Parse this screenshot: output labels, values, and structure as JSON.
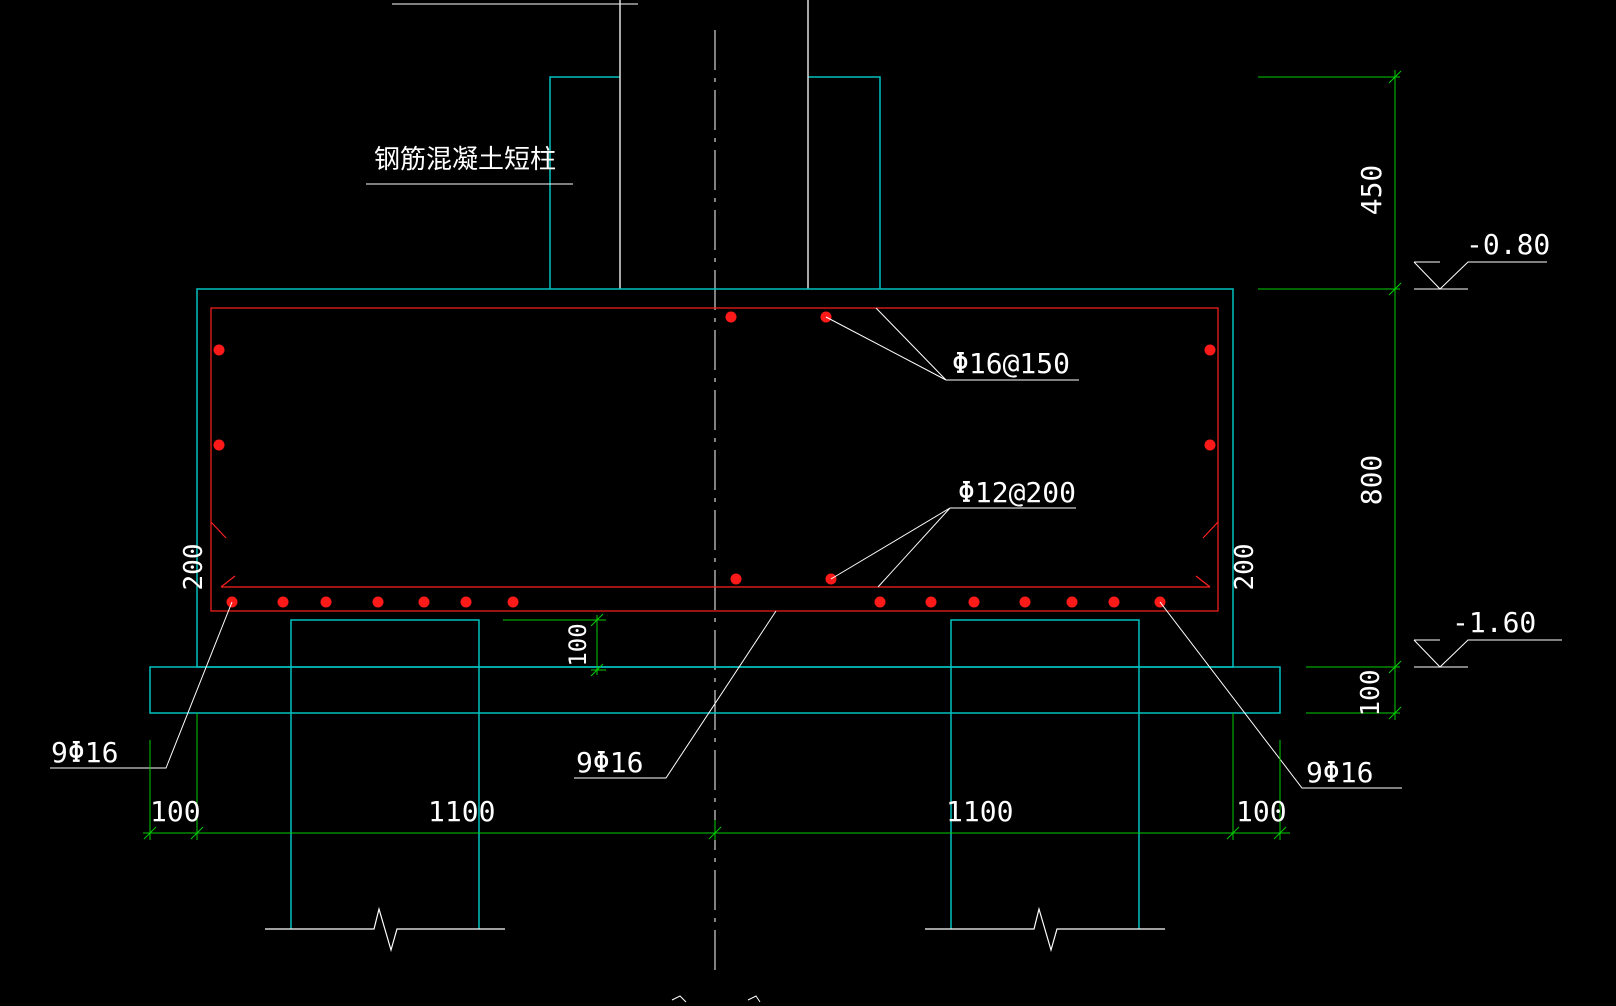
{
  "drawing": {
    "background": "#000000",
    "colors": {
      "outline": "#00c0c0",
      "rebar": "#ff1a1a",
      "rebar_outline": "#ff2020",
      "dimension": "#00cc00",
      "leader": "#ffffff",
      "centerline": "#ffffff",
      "text": "#ffffff"
    },
    "labels": {
      "column_label": "钢筋混凝土短柱",
      "top_rebar": "Φ16@150",
      "stirrup": "Φ12@200",
      "left_bottom_bars": "9Φ16",
      "middle_bottom_bars": "9Φ16",
      "right_bottom_bars": "9Φ16",
      "elevation_top": "-0.80",
      "elevation_bottom": "-1.60"
    },
    "dimensions": {
      "column_height": "450",
      "beam_depth": "800",
      "cushion_thickness": "100",
      "left_side_cover": "200",
      "right_side_cover": "200",
      "pile_embed": "100",
      "left_edge": "100",
      "left_span": "1100",
      "right_span": "1100",
      "right_edge": "100"
    },
    "icons": {
      "elevation_marker": "triangle-elevation-icon",
      "break_symbol": "zigzag-break-icon"
    }
  }
}
